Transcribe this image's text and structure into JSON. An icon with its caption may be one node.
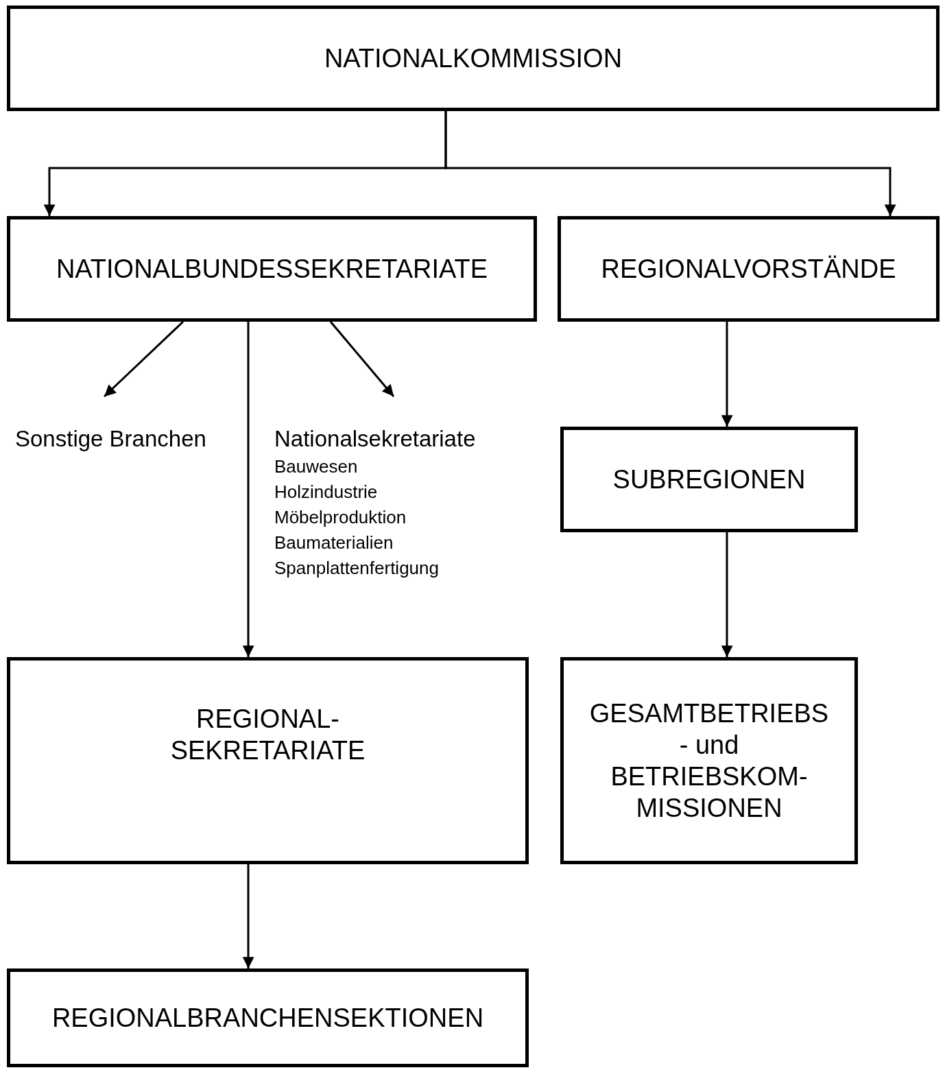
{
  "diagram": {
    "nodes": [
      {
        "text": [
          "NATIONALKOMMISSION"
        ]
      },
      {
        "text": [
          "NATIONALBUNDESSEKRETARIATE"
        ]
      },
      {
        "text": [
          "REGIONALVORSTÄNDE"
        ]
      },
      {
        "text": [
          "Sonstige Branchen"
        ]
      },
      {
        "text": [
          "Nationalsekretariate",
          "Bauwesen",
          "Holzindustrie",
          "Möbelproduktion",
          "Baumaterialien",
          "Spanplattenfertigung"
        ]
      },
      {
        "text": [
          "SUBREGIONEN"
        ]
      },
      {
        "text": [
          "REGIONAL- SEKRETARIATE"
        ]
      },
      {
        "text": [
          "GESAMTBETRIEBS - und BETRIEBSKOM- MISSIONEN"
        ]
      },
      {
        "text": [
          "REGIONALBRANCHENSEKTIONEN"
        ]
      }
    ],
    "edges": [
      {
        "from": 0,
        "to": 1,
        "arrow": "to"
      },
      {
        "from": 0,
        "to": 2,
        "arrow": "to"
      },
      {
        "from": 1,
        "to": 3,
        "arrow": "to"
      },
      {
        "from": 1,
        "to": 6,
        "arrow": "to"
      },
      {
        "from": 1,
        "to": 4,
        "arrow": "to"
      },
      {
        "from": 2,
        "to": 5,
        "arrow": "to"
      },
      {
        "from": 5,
        "to": 7,
        "arrow": "to"
      },
      {
        "from": 6,
        "to": 8,
        "arrow": "to"
      }
    ]
  }
}
